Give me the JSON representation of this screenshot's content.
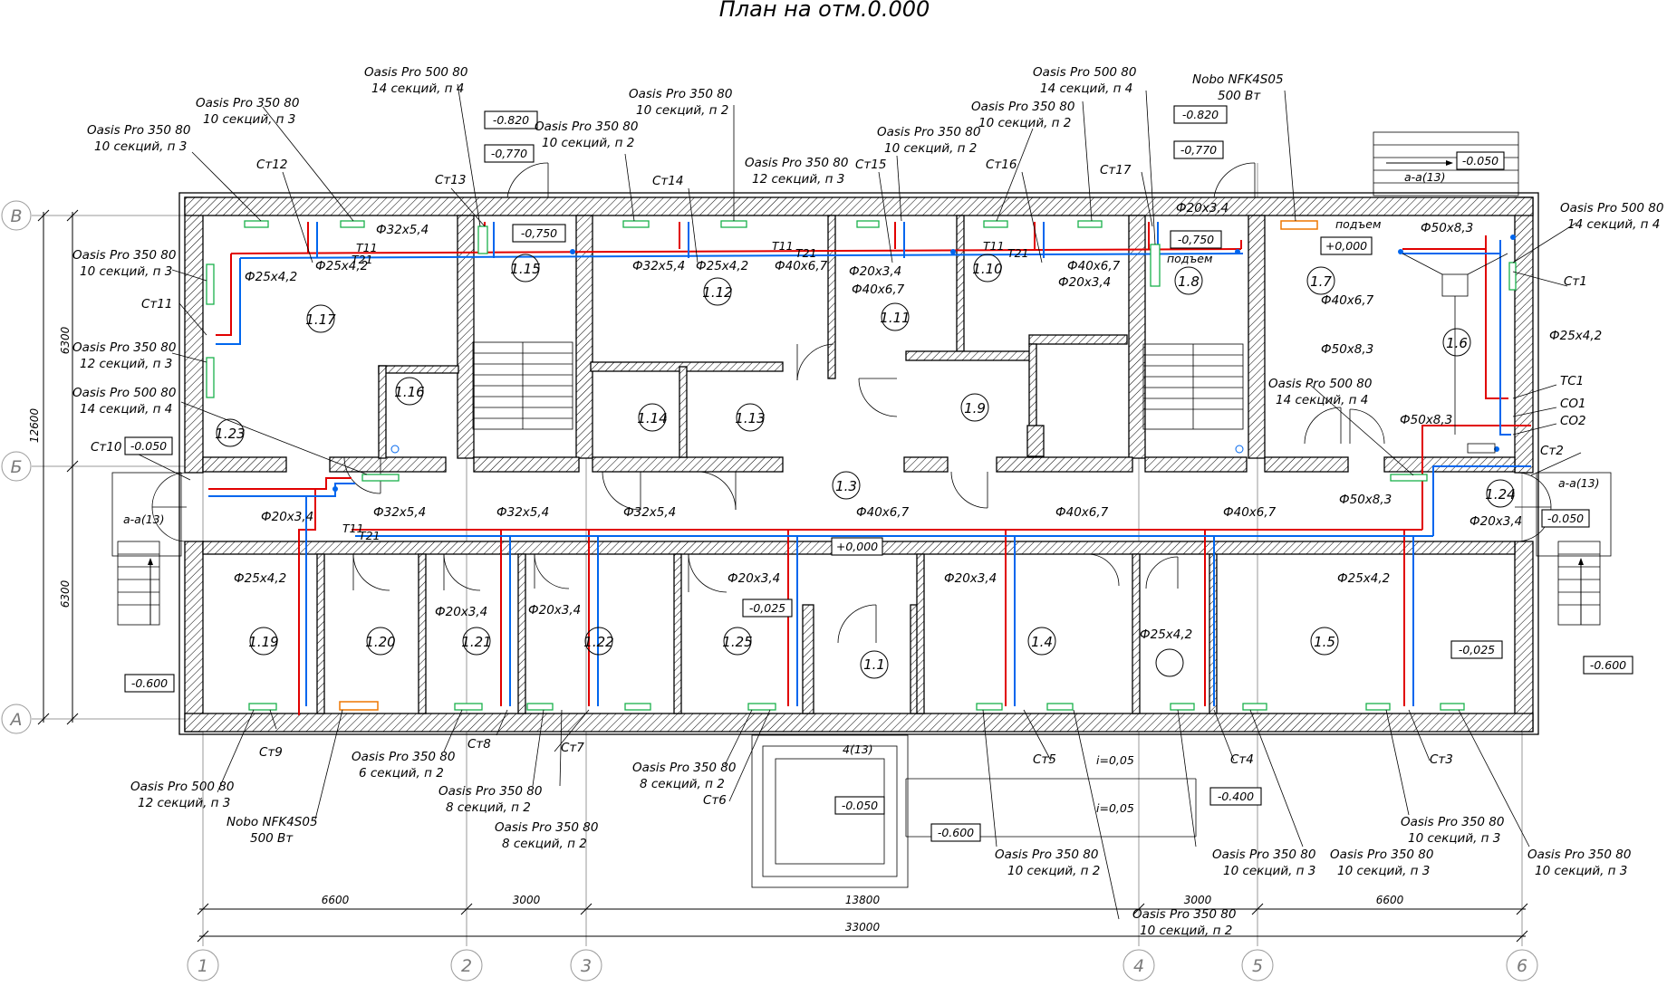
{
  "title": "План на отм.0.000",
  "axes": {
    "cols": [
      "1",
      "2",
      "3",
      "4",
      "5",
      "6"
    ],
    "rows": [
      "В",
      "Б",
      "А"
    ]
  },
  "dimensions": {
    "bottom": [
      "6600",
      "3000",
      "13800",
      "3000",
      "6600"
    ],
    "total": "33000",
    "left": [
      "6300",
      "12600",
      "6300"
    ]
  },
  "rooms": [
    "1.1",
    "1.3",
    "1.4",
    "1.5",
    "1.6",
    "1.7",
    "1.8",
    "1.9",
    "1.10",
    "1.11",
    "1.12",
    "1.13",
    "1.14",
    "1.15",
    "1.16",
    "1.17",
    "1.19",
    "1.20",
    "1.21",
    "1.22",
    "1.23",
    "1.24",
    "1.25"
  ],
  "levels": {
    "l1": "-0.820",
    "l2": "-0,770",
    "l3": "-0,750",
    "l4": "-0.820",
    "l5": "-0,770",
    "l6": "-0,750",
    "l7": "+0,000",
    "l8": "-0.050",
    "l9": "-0.050",
    "l10": "-0.050",
    "l11": "+0,000",
    "l12": "-0,025",
    "l13": "-0,025",
    "l14": "-0.600",
    "l15": "-0.600",
    "l16": "-0.600",
    "l17": "-0.050",
    "l18": "-0.400",
    "l19": "i=0,05",
    "l20": "i=0,05"
  },
  "sections": {
    "s1": "а-а(13)",
    "s2": "а-а(13)",
    "s3": "а-а(13)",
    "s4": "4(13)"
  },
  "pipes": {
    "t11": "T11",
    "t21": "T21",
    "d32": "Ф32х5,4",
    "d25": "Ф25х4,2",
    "d40": "Ф40х6,7",
    "d20": "Ф20х3,4",
    "d50": "Ф50х8,3"
  },
  "risers": {
    "st1": "Ст1",
    "st2": "Ст2",
    "st3": "Ст3",
    "st4": "Ст4",
    "st5": "Ст5",
    "st6": "Ст6",
    "st7": "Ст7",
    "st8": "Ст8",
    "st9": "Ст9",
    "st10": "Ст10",
    "st11": "Ст11",
    "st12": "Ст12",
    "st13": "Ст13",
    "st14": "Ст14",
    "st15": "Ст15",
    "st16": "Ст16",
    "st17": "Ст17",
    "tc1": "ТС1",
    "co1": "СО1",
    "co2": "СО2",
    "up": "подъем"
  },
  "radiators": {
    "p350": "Oasis Pro 350 80",
    "p500": "Oasis Pro 500 80",
    "nobo": "Nobo NFK4S05",
    "nobo_w": "500 Вт",
    "s10n3": "10 секций, п 3",
    "s10n2": "10 секций, п 2",
    "s14n4": "14 секций, п 4",
    "s12n3": "12 секций, п 3",
    "s8n2": "8 секций, п 2",
    "s6n2": "6 секций, п 2"
  },
  "colors": {
    "supply": "#e10000",
    "return": "#0066ee",
    "radiator": "#19b04a",
    "electric": "#ee7700",
    "axis": "#9a9a9a"
  }
}
